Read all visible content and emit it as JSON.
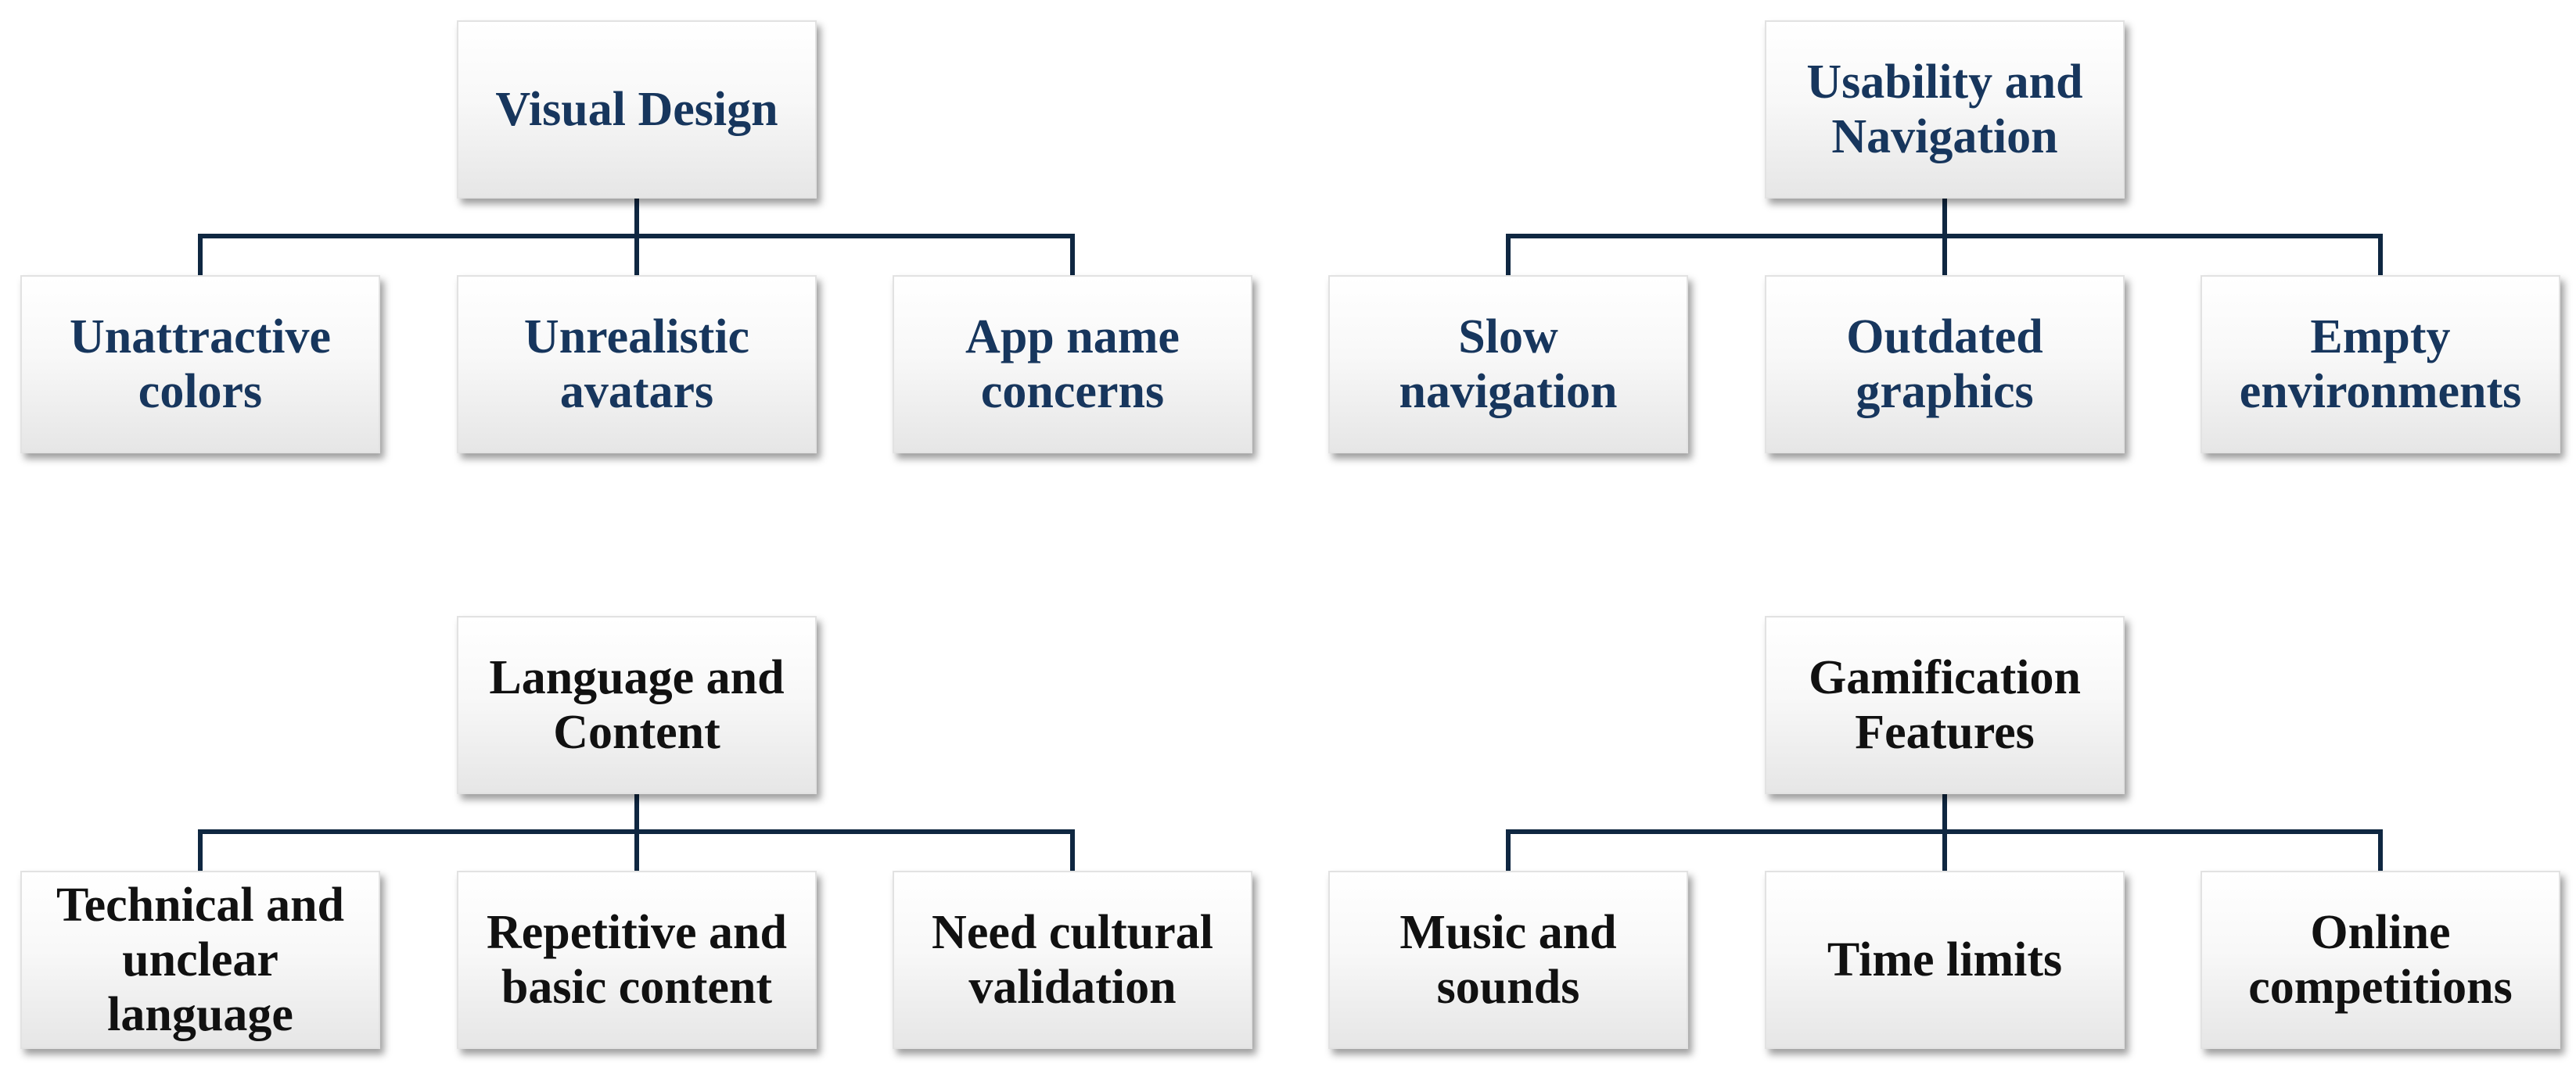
{
  "groups": [
    {
      "title": "Visual Design",
      "children": [
        "Unattractive\ncolors",
        "Unrealistic\navatars",
        "App name\nconcerns"
      ]
    },
    {
      "title": "Usability  and\nNavigation",
      "children": [
        "Slow\nnavigation",
        "Outdated\ngraphics",
        "Empty\nenvironments"
      ]
    },
    {
      "title": "Language and\nContent",
      "children": [
        "Technical and\nunclear\nlanguage",
        "Repetitive and\nbasic content",
        "Need cultural\nvalidation"
      ]
    },
    {
      "title": "Gamification\nFeatures",
      "children": [
        "Music and\nsounds",
        "Time limits",
        "Online\ncompetitions"
      ]
    }
  ],
  "colors": {
    "top_text": "#17365d",
    "bottom_text": "#111111",
    "connector": "#0f2741"
  }
}
